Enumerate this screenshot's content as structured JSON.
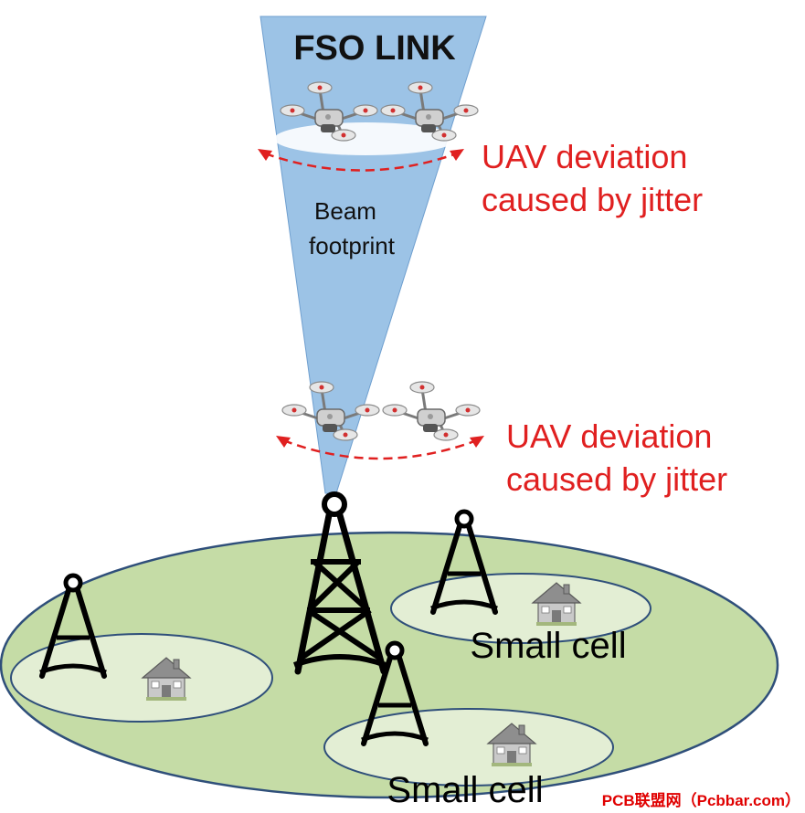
{
  "labels": {
    "fso_link": "FSO LINK",
    "beam_line1": "Beam",
    "beam_line2": "footprint",
    "uav_upper_line1": "UAV deviation",
    "uav_upper_line2": "caused by jitter",
    "uav_lower_line1": "UAV deviation",
    "uav_lower_line2": "caused by jitter",
    "small_cell_right": "Small cell",
    "small_cell_bottom": "Small cell",
    "watermark": "PCB联盟网（Pcbbar.com）"
  },
  "colors": {
    "beam": "#9cc3e6",
    "beam_edge": "#6f9fcf",
    "macro_cell": "#c5dca6",
    "small_cell": "#e3eed4",
    "cell_edge": "#2f4f7a",
    "annotation_red": "#e02020",
    "watermark": "#e00000"
  },
  "icons": [
    "quadcopter-drone-icon",
    "cell-tower-icon",
    "house-icon"
  ]
}
